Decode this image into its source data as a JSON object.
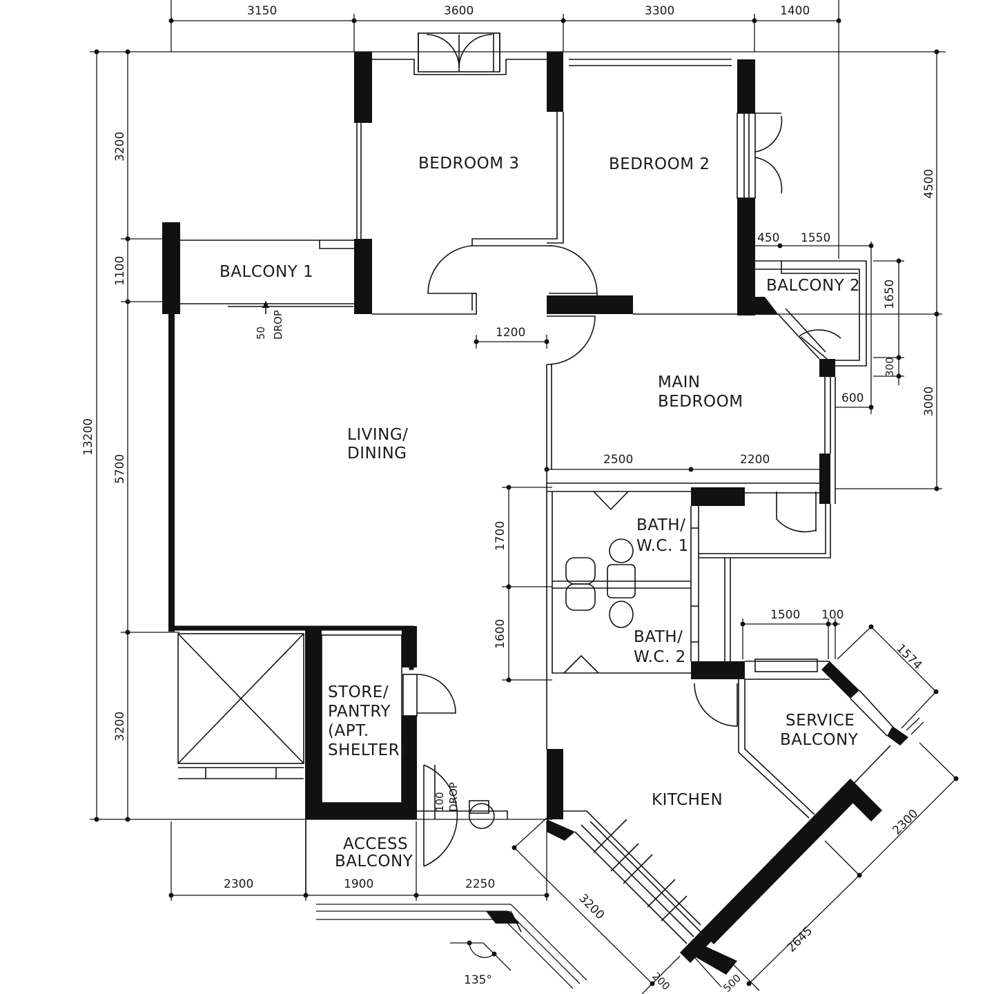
{
  "rooms": {
    "bedroom3": "BEDROOM 3",
    "bedroom2": "BEDROOM 2",
    "balcony1": "BALCONY 1",
    "balcony2": "BALCONY 2",
    "living_line1": "LIVING/",
    "living_line2": "DINING",
    "main_bedroom_line1": "MAIN",
    "main_bedroom_line2": "BEDROOM",
    "bath1_line1": "BATH/",
    "bath1_line2": "W.C. 1",
    "bath2_line1": "BATH/",
    "bath2_line2": "W.C. 2",
    "store_line1": "STORE/",
    "store_line2": "PANTRY",
    "store_line3": "(APT.",
    "store_line4": "SHELTER)",
    "access_line1": "ACCESS",
    "access_line2": "BALCONY",
    "service_line1": "SERVICE",
    "service_line2": "BALCONY",
    "kitchen": "KITCHEN"
  },
  "notes": {
    "drop50_value": "50",
    "drop50_label": "DROP",
    "drop100_value": "100",
    "drop100_label": "DROP",
    "angle": "135°"
  },
  "dimensions": {
    "top": [
      "3150",
      "3600",
      "3300",
      "1400"
    ],
    "left_outer": "13200",
    "left_inner": [
      "3200",
      "1100",
      "5700",
      "3200"
    ],
    "right": [
      "4500",
      "3000"
    ],
    "balcony2": [
      "450",
      "1550",
      "1650",
      "300",
      "600"
    ],
    "door_width": "1200",
    "main_bedroom": [
      "2500",
      "2200"
    ],
    "baths": [
      "1700",
      "1600"
    ],
    "service": [
      "1500",
      "100",
      "1574",
      "2300"
    ],
    "bottom": [
      "2300",
      "1900",
      "2250"
    ],
    "kitchen_diag": [
      "3200",
      "2645",
      "200",
      "500"
    ]
  }
}
